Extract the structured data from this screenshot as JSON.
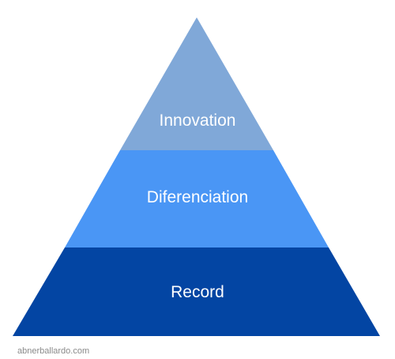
{
  "pyramid": {
    "tiers": [
      {
        "label": "Innovation",
        "color": "#80a8d8"
      },
      {
        "label": "Diferenciation",
        "color": "#4a96f5"
      },
      {
        "label": "Record",
        "color": "#0345a3"
      }
    ]
  },
  "footer": {
    "credit": "abnerballardo.com",
    "color": "#8a8a8a"
  }
}
